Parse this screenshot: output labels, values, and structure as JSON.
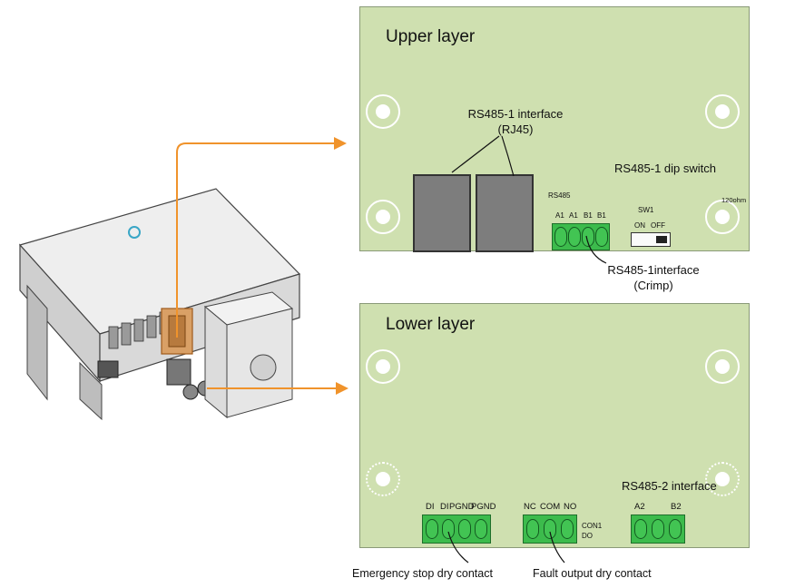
{
  "upper": {
    "title": "Upper layer",
    "rj45_label_1": "RS485-1 interface",
    "rj45_label_2": "(RJ45)",
    "rs485_small": "RS485",
    "dip_label": "RS485-1 dip switch",
    "sw1": "SW1",
    "on": "ON",
    "off": "OFF",
    "ohm": "120ohm",
    "pins": [
      "A1",
      "A1",
      "B1",
      "B1"
    ],
    "crimp_label_1": "RS485-1interface",
    "crimp_label_2": "(Crimp)"
  },
  "lower": {
    "title": "Lower layer",
    "rs485_2_label": "RS485-2 interface",
    "di_pins": [
      "DI",
      "DI",
      "PGND",
      "PGND"
    ],
    "do_pins": [
      "NC",
      "COM",
      "NO"
    ],
    "con1": "CON1",
    "do": "DO",
    "rs2_pins": [
      "A2",
      "B2"
    ],
    "emergency_label": "Emergency stop dry contact",
    "fault_label": "Fault output dry contact"
  },
  "colors": {
    "panel": "#cfe0b0",
    "terminal": "#3cbb4c",
    "arrow": "#f0932b"
  }
}
